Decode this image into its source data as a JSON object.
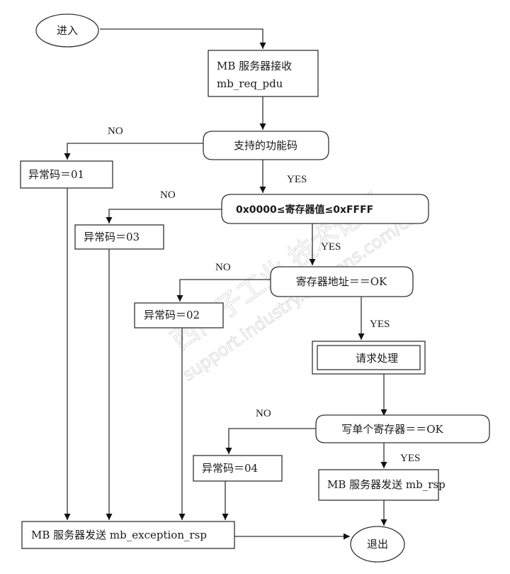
{
  "diagram": {
    "nodes": {
      "start": {
        "label": "进入",
        "shape": "ellipse"
      },
      "receive": {
        "line1": "MB  服务器接收",
        "line2": "mb_req_pdu",
        "shape": "rect"
      },
      "fc_supported": {
        "label": "支持的功能码",
        "shape": "decision"
      },
      "err01": {
        "label": "异常码＝01",
        "shape": "rect"
      },
      "value_range": {
        "label": "0x0000≤寄存器值≤0xFFFF",
        "shape": "decision"
      },
      "err03": {
        "label": "异常码＝03",
        "shape": "rect"
      },
      "addr_ok": {
        "label": "寄存器地址＝＝OK",
        "shape": "decision"
      },
      "err02": {
        "label": "异常码＝02",
        "shape": "rect"
      },
      "process": {
        "label": "请求处理",
        "shape": "double-rect"
      },
      "write_ok": {
        "label": "写单个寄存器＝＝OK",
        "shape": "decision"
      },
      "err04": {
        "label": "异常码＝04",
        "shape": "rect"
      },
      "send_rsp": {
        "label": "MB 服务器发送 mb_rsp",
        "shape": "rect"
      },
      "send_exc": {
        "label": "MB 服务器发送 mb_exception_rsp",
        "shape": "rect"
      },
      "end": {
        "label": "退出",
        "shape": "ellipse"
      }
    },
    "edge_labels": {
      "fc_no": "NO",
      "fc_yes": "YES",
      "range_no": "NO",
      "range_yes": "YES",
      "addr_no": "NO",
      "addr_yes": "YES",
      "write_no": "NO",
      "write_yes": "YES"
    },
    "edges": [
      {
        "from": "start",
        "to": "receive"
      },
      {
        "from": "receive",
        "to": "fc_supported"
      },
      {
        "from": "fc_supported",
        "to": "err01",
        "label": "NO"
      },
      {
        "from": "fc_supported",
        "to": "value_range",
        "label": "YES"
      },
      {
        "from": "value_range",
        "to": "err03",
        "label": "NO"
      },
      {
        "from": "value_range",
        "to": "addr_ok",
        "label": "YES"
      },
      {
        "from": "addr_ok",
        "to": "err02",
        "label": "NO"
      },
      {
        "from": "addr_ok",
        "to": "process",
        "label": "YES"
      },
      {
        "from": "process",
        "to": "write_ok"
      },
      {
        "from": "write_ok",
        "to": "err04",
        "label": "NO"
      },
      {
        "from": "write_ok",
        "to": "send_rsp",
        "label": "YES"
      },
      {
        "from": "err01",
        "to": "send_exc"
      },
      {
        "from": "err03",
        "to": "send_exc"
      },
      {
        "from": "err02",
        "to": "send_exc"
      },
      {
        "from": "err04",
        "to": "send_exc"
      },
      {
        "from": "send_rsp",
        "to": "end"
      },
      {
        "from": "send_exc",
        "to": "end"
      }
    ]
  },
  "watermark": {
    "line1": "西门子工业 技术论坛",
    "line2": "support.industry.siemens.com/cs"
  }
}
